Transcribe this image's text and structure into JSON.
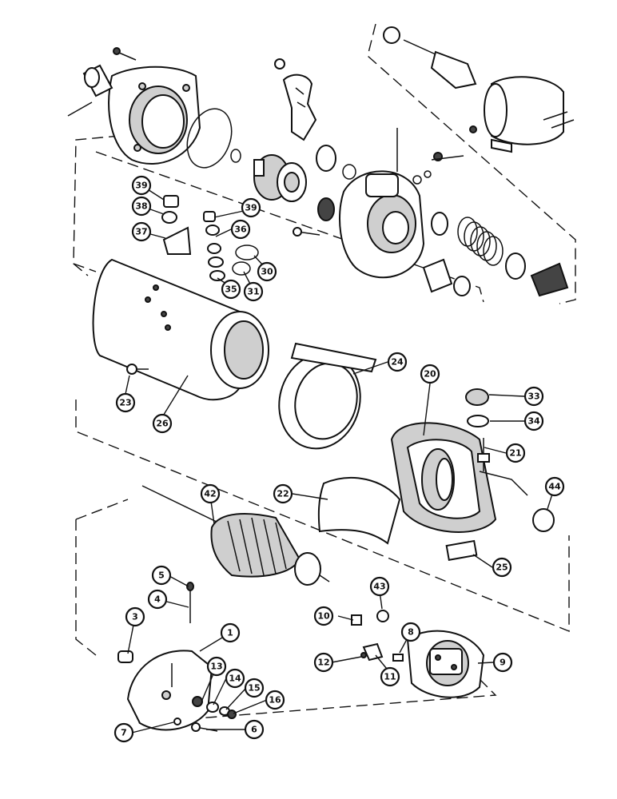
{
  "callouts": [
    "1",
    "3",
    "4",
    "5",
    "6",
    "7",
    "8",
    "9",
    "10",
    "11",
    "12",
    "13",
    "14",
    "15",
    "16",
    "20",
    "21",
    "22",
    "23",
    "24",
    "25",
    "26",
    "30",
    "31",
    "33",
    "34",
    "35",
    "36",
    "37",
    "38",
    "39",
    "42",
    "43",
    "44"
  ]
}
